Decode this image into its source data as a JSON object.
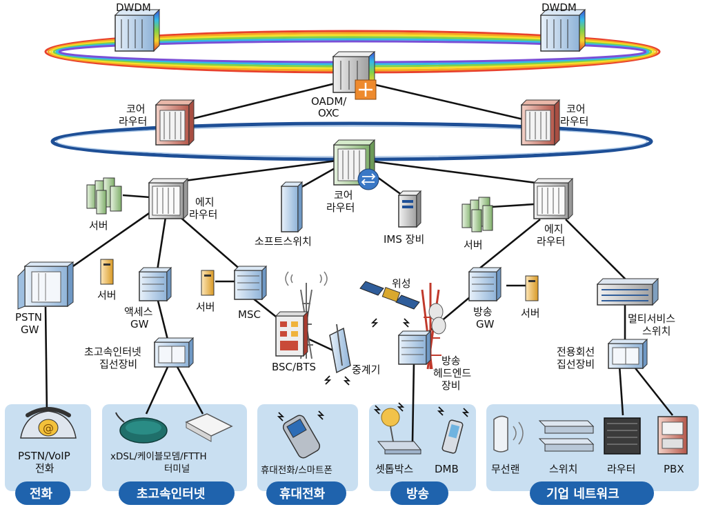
{
  "diagram": {
    "labels": {
      "dwdm_left": "DWDM",
      "dwdm_right": "DWDM",
      "oadm_line1": "OADM/",
      "oadm_line2": "OXC",
      "core_left_line1": "코어",
      "core_left_line2": "라우터",
      "core_right_line1": "코어",
      "core_right_line2": "라우터",
      "core_center_line1": "코어",
      "core_center_line2": "라우터",
      "edge_left_line1": "에지",
      "edge_left_line2": "라우터",
      "edge_right_line1": "에지",
      "edge_right_line2": "라우터",
      "server_top_left": "서버",
      "server_top_right": "서버",
      "server_access": "서버",
      "server_msc": "서버",
      "server_broadcast": "서버",
      "softswitch": "소프트스위치",
      "ims": "IMS 장비",
      "pstn_gw_line1": "PSTN",
      "pstn_gw_line2": "GW",
      "access_gw_line1": "액세스",
      "access_gw_line2": "GW",
      "msc": "MSC",
      "satellite": "위성",
      "broadcast_gw_line1": "방송",
      "broadcast_gw_line2": "GW",
      "multiservice_line1": "멀티서비스",
      "multiservice_line2": "스위치",
      "hs_concentrator_line1": "초고속인터넷",
      "hs_concentrator_line2": "집선장비",
      "bsc_bts": "BSC/BTS",
      "repeater": "중계기",
      "headend_line1": "방송",
      "headend_line2": "헤드엔드",
      "headend_line3": "장비",
      "leased_line1": "전용회선",
      "leased_line2": "집선장비",
      "pstn_phone_line1": "PSTN/VoIP",
      "pstn_phone_line2": "전화",
      "xdsl_line1": "xDSL/케이블모뎀/FTTH",
      "xdsl_line2": "터미널",
      "handset": "휴대전화/스마트폰",
      "settop": "셋톱박스",
      "dmb": "DMB",
      "wlan": "무선랜",
      "switch": "스위치",
      "router": "라우터",
      "pbx": "PBX"
    },
    "categories": {
      "phone": "전화",
      "internet": "초고속인터넷",
      "mobile": "휴대전화",
      "broadcast": "방송",
      "enterprise": "기업 네트워크"
    },
    "colors": {
      "panel": "#c9dff1",
      "badge": "#1f63ad",
      "ring_blue": "#1e4f96",
      "rack_blue": "#b9d3ec",
      "rack_red": "#c96b5c",
      "rack_gray": "#d8d8d8",
      "router_icon": "#3a78c6",
      "oxc_orange": "#ee8a2d"
    }
  }
}
